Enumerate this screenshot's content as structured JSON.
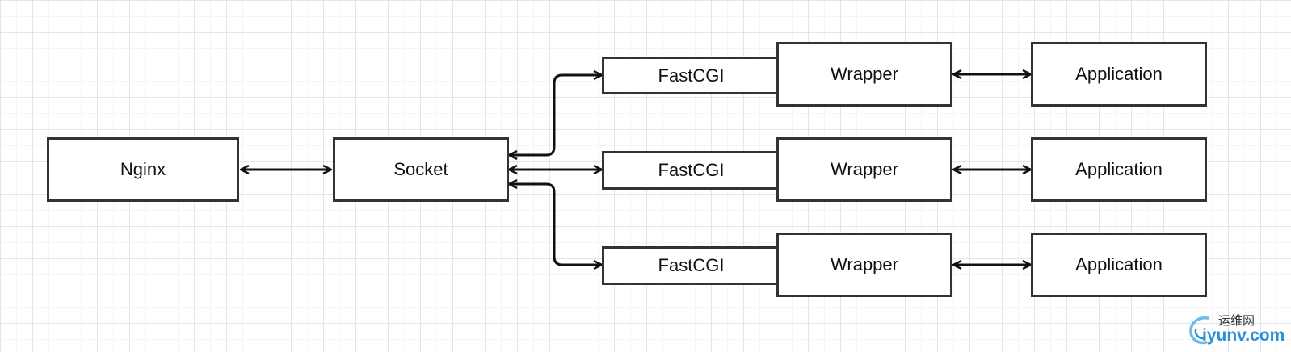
{
  "nodes": {
    "nginx": "Nginx",
    "socket": "Socket",
    "fastcgi": [
      "FastCGI",
      "FastCGI",
      "FastCGI"
    ],
    "wrapper": [
      "Wrapper",
      "Wrapper",
      "Wrapper"
    ],
    "application": [
      "Application",
      "Application",
      "Application"
    ]
  },
  "watermark": {
    "cn_text": "运维网",
    "site": "iyunv.com"
  },
  "colors": {
    "box_border": "#333333",
    "arrow": "#111111",
    "grid": "#dfe6f0",
    "watermark_accent": "#2a8fd6"
  }
}
